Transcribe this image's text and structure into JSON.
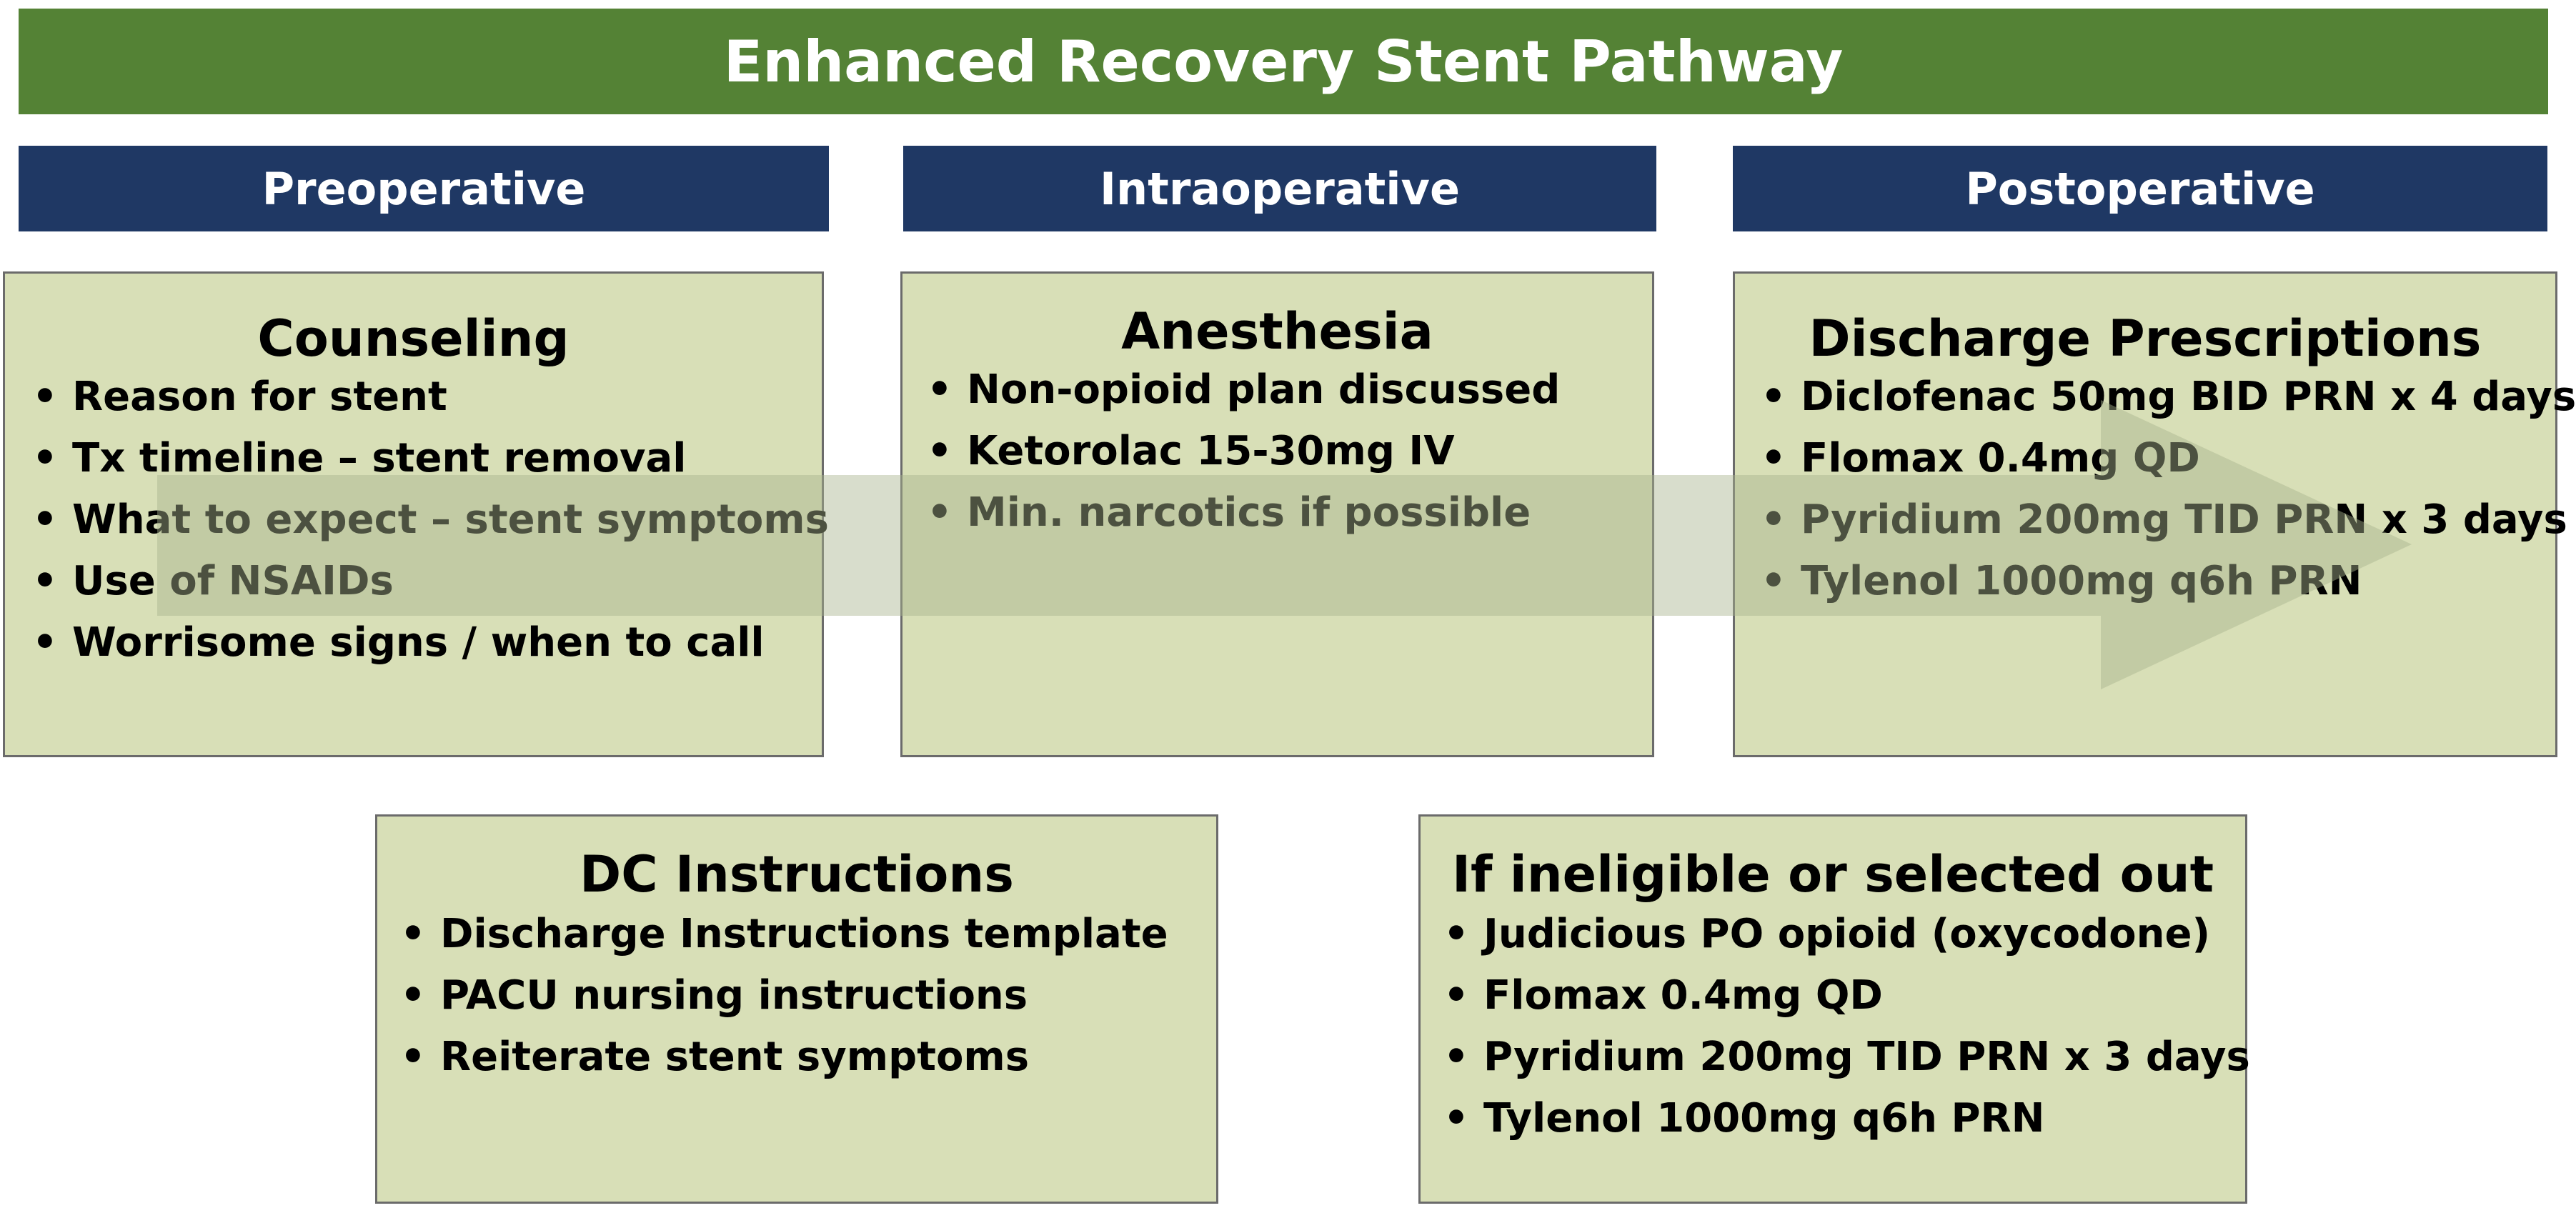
{
  "title": "Enhanced Recovery Stent Pathway",
  "colors": {
    "title_bar": "#548235",
    "phase_header": "#1f3864",
    "box_fill": "#d8dfb7",
    "box_border": "#6b6b6b",
    "arrow": "#a9b48f"
  },
  "phases": [
    {
      "label": "Preoperative"
    },
    {
      "label": "Intraoperative"
    },
    {
      "label": "Postoperative"
    }
  ],
  "flow_arrow": {
    "direction": "left-to-right",
    "icon": "right-arrow-icon"
  },
  "boxes": {
    "counseling": {
      "title": "Counseling",
      "items": [
        "Reason for stent",
        "Tx timeline – stent removal",
        "What to expect – stent symptoms",
        "Use of NSAIDs",
        "Worrisome signs / when to call"
      ]
    },
    "anesthesia": {
      "title": "Anesthesia",
      "items": [
        "Non-opioid plan discussed",
        "Ketorolac 15-30mg IV",
        "Min. narcotics if possible"
      ]
    },
    "discharge_prescriptions": {
      "title": "Discharge Prescriptions",
      "items": [
        "Diclofenac 50mg BID PRN x 4 days",
        "Flomax 0.4mg QD",
        "Pyridium 200mg TID PRN x 3 days",
        "Tylenol 1000mg q6h PRN"
      ]
    },
    "dc_instructions": {
      "title": "DC Instructions",
      "items": [
        "Discharge Instructions template",
        "PACU nursing  instructions",
        "Reiterate stent symptoms"
      ]
    },
    "ineligible": {
      "title": "If ineligible or selected out",
      "items": [
        "Judicious PO opioid (oxycodone)",
        "Flomax 0.4mg QD",
        "Pyridium 200mg TID PRN x 3 days",
        "Tylenol 1000mg q6h PRN"
      ]
    }
  },
  "bullet_char": "•"
}
